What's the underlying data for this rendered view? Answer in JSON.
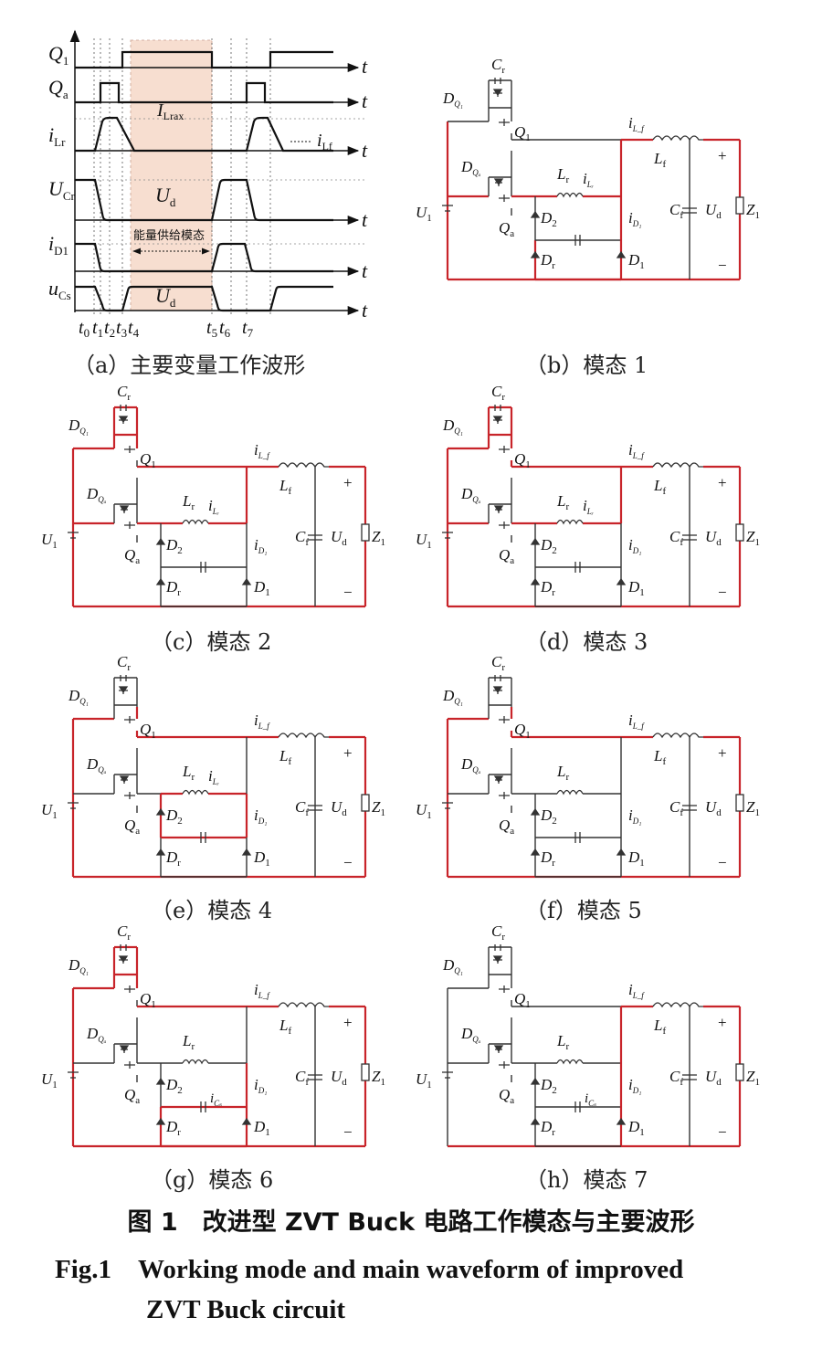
{
  "waveform": {
    "signals": [
      "Q",
      "Q",
      "i",
      "U",
      "i",
      "u"
    ],
    "signal_subs": [
      "1",
      "a",
      "Lr",
      "Cr",
      "D1",
      "Cs"
    ],
    "t_axis": "t",
    "ilrmax": "I",
    "ilrmax_sub": "Lrax",
    "ilf": "i",
    "ilf_sub": "Lf",
    "ud": "U",
    "ud_sub": "d",
    "energy": "能量供给模态",
    "times": [
      "0",
      "1",
      "2",
      "3",
      "4",
      "5",
      "6",
      "7"
    ]
  },
  "circuit": {
    "cr": "C",
    "cr_sub": "r",
    "dq1": "D",
    "dq1_sub": "Q₁",
    "q1": "Q",
    "q1_sub": "1",
    "dqa": "D",
    "dqa_sub": "Qₐ",
    "qa": "Q",
    "qa_sub": "a",
    "lr": "L",
    "lr_sub": "r",
    "ilr": "i",
    "ilr_sub": "Lᵣ",
    "ilf": "i",
    "ilf_sub": "L_f",
    "lf": "L",
    "lf_sub": "f",
    "cf": "C",
    "cf_sub": "f",
    "ud": "U",
    "ud_sub": "d",
    "z1": "Z",
    "z1_sub": "1",
    "u1": "U",
    "u1_sub": "1",
    "d2": "D",
    "d2_sub": "2",
    "dr": "D",
    "dr_sub": "r",
    "d1": "D",
    "d1_sub": "1",
    "id1": "i",
    "id1_sub": "D₁",
    "ics": "i",
    "ics_sub": "Cₛ",
    "plus": "+",
    "minus": "−"
  },
  "captions": {
    "a": "（a）主要变量工作波形",
    "b": "（b）模态 1",
    "c": "（c）模态 2",
    "d": "（d）模态 3",
    "e": "（e）模态 4",
    "f": "（f）模态 5",
    "g": "（g）模态 6",
    "h": "（h）模态 7"
  },
  "title_cn": "图 1　改进型 ZVT Buck 电路工作模态与主要波形",
  "title_en_1": "Fig.1　Working mode and main waveform of improved",
  "title_en_2": "ZVT Buck circuit",
  "colors": {
    "highlight": "#c8242a",
    "wire": "#333333",
    "shade": "#f7ded0"
  }
}
